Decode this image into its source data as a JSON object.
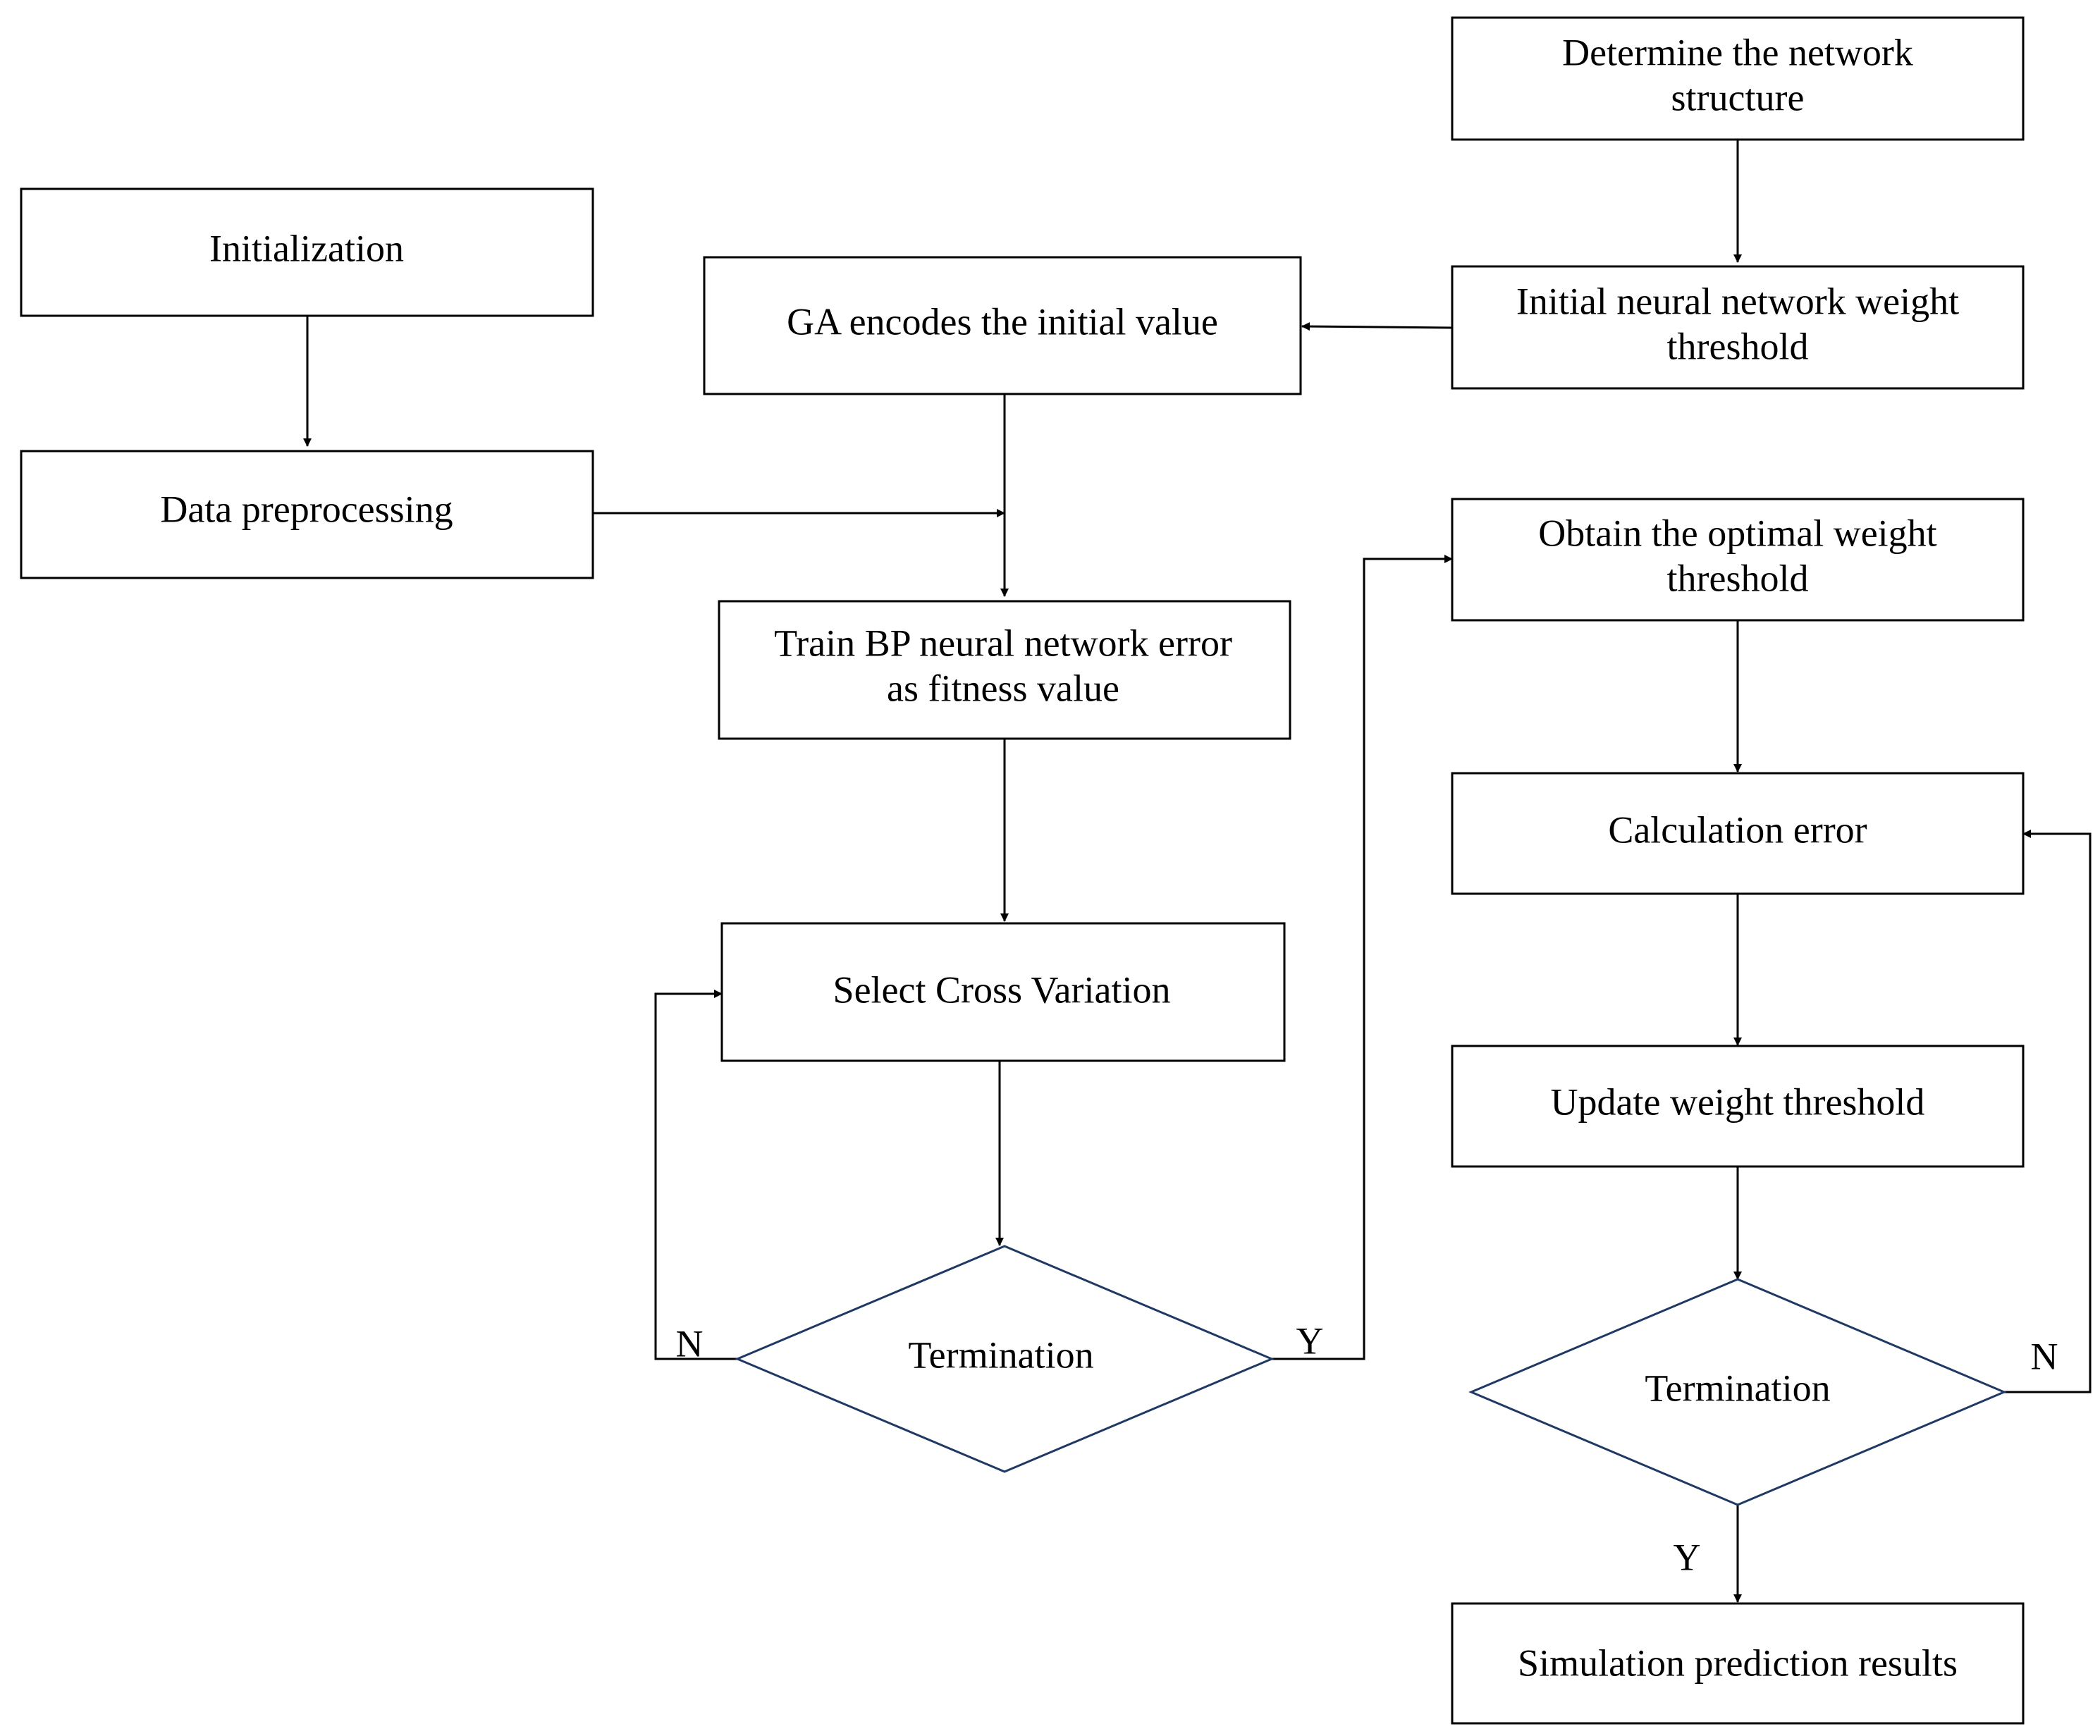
{
  "nodes": {
    "initialization": {
      "lines": [
        "Initialization"
      ]
    },
    "data_preprocessing": {
      "lines": [
        "Data preprocessing"
      ]
    },
    "ga_encodes": {
      "lines": [
        "GA encodes the initial value"
      ]
    },
    "determine_structure": {
      "lines": [
        "Determine the network",
        "structure"
      ]
    },
    "initial_weight": {
      "lines": [
        "Initial neural network weight",
        "threshold"
      ]
    },
    "train_bp": {
      "lines": [
        "Train BP neural network error",
        "as fitness value"
      ]
    },
    "select_cross": {
      "lines": [
        "Select Cross Variation"
      ]
    },
    "termination_1": {
      "lines": [
        "Termination"
      ]
    },
    "obtain_optimal": {
      "lines": [
        "Obtain the optimal weight",
        "threshold"
      ]
    },
    "calculation_error": {
      "lines": [
        "Calculation error"
      ]
    },
    "update_weight": {
      "lines": [
        "Update weight threshold"
      ]
    },
    "termination_2": {
      "lines": [
        "Termination"
      ]
    },
    "simulation_results": {
      "lines": [
        "Simulation prediction results"
      ]
    }
  },
  "edge_labels": {
    "no_1": "N",
    "yes_1": "Y",
    "no_2": "N",
    "yes_2": "Y"
  }
}
